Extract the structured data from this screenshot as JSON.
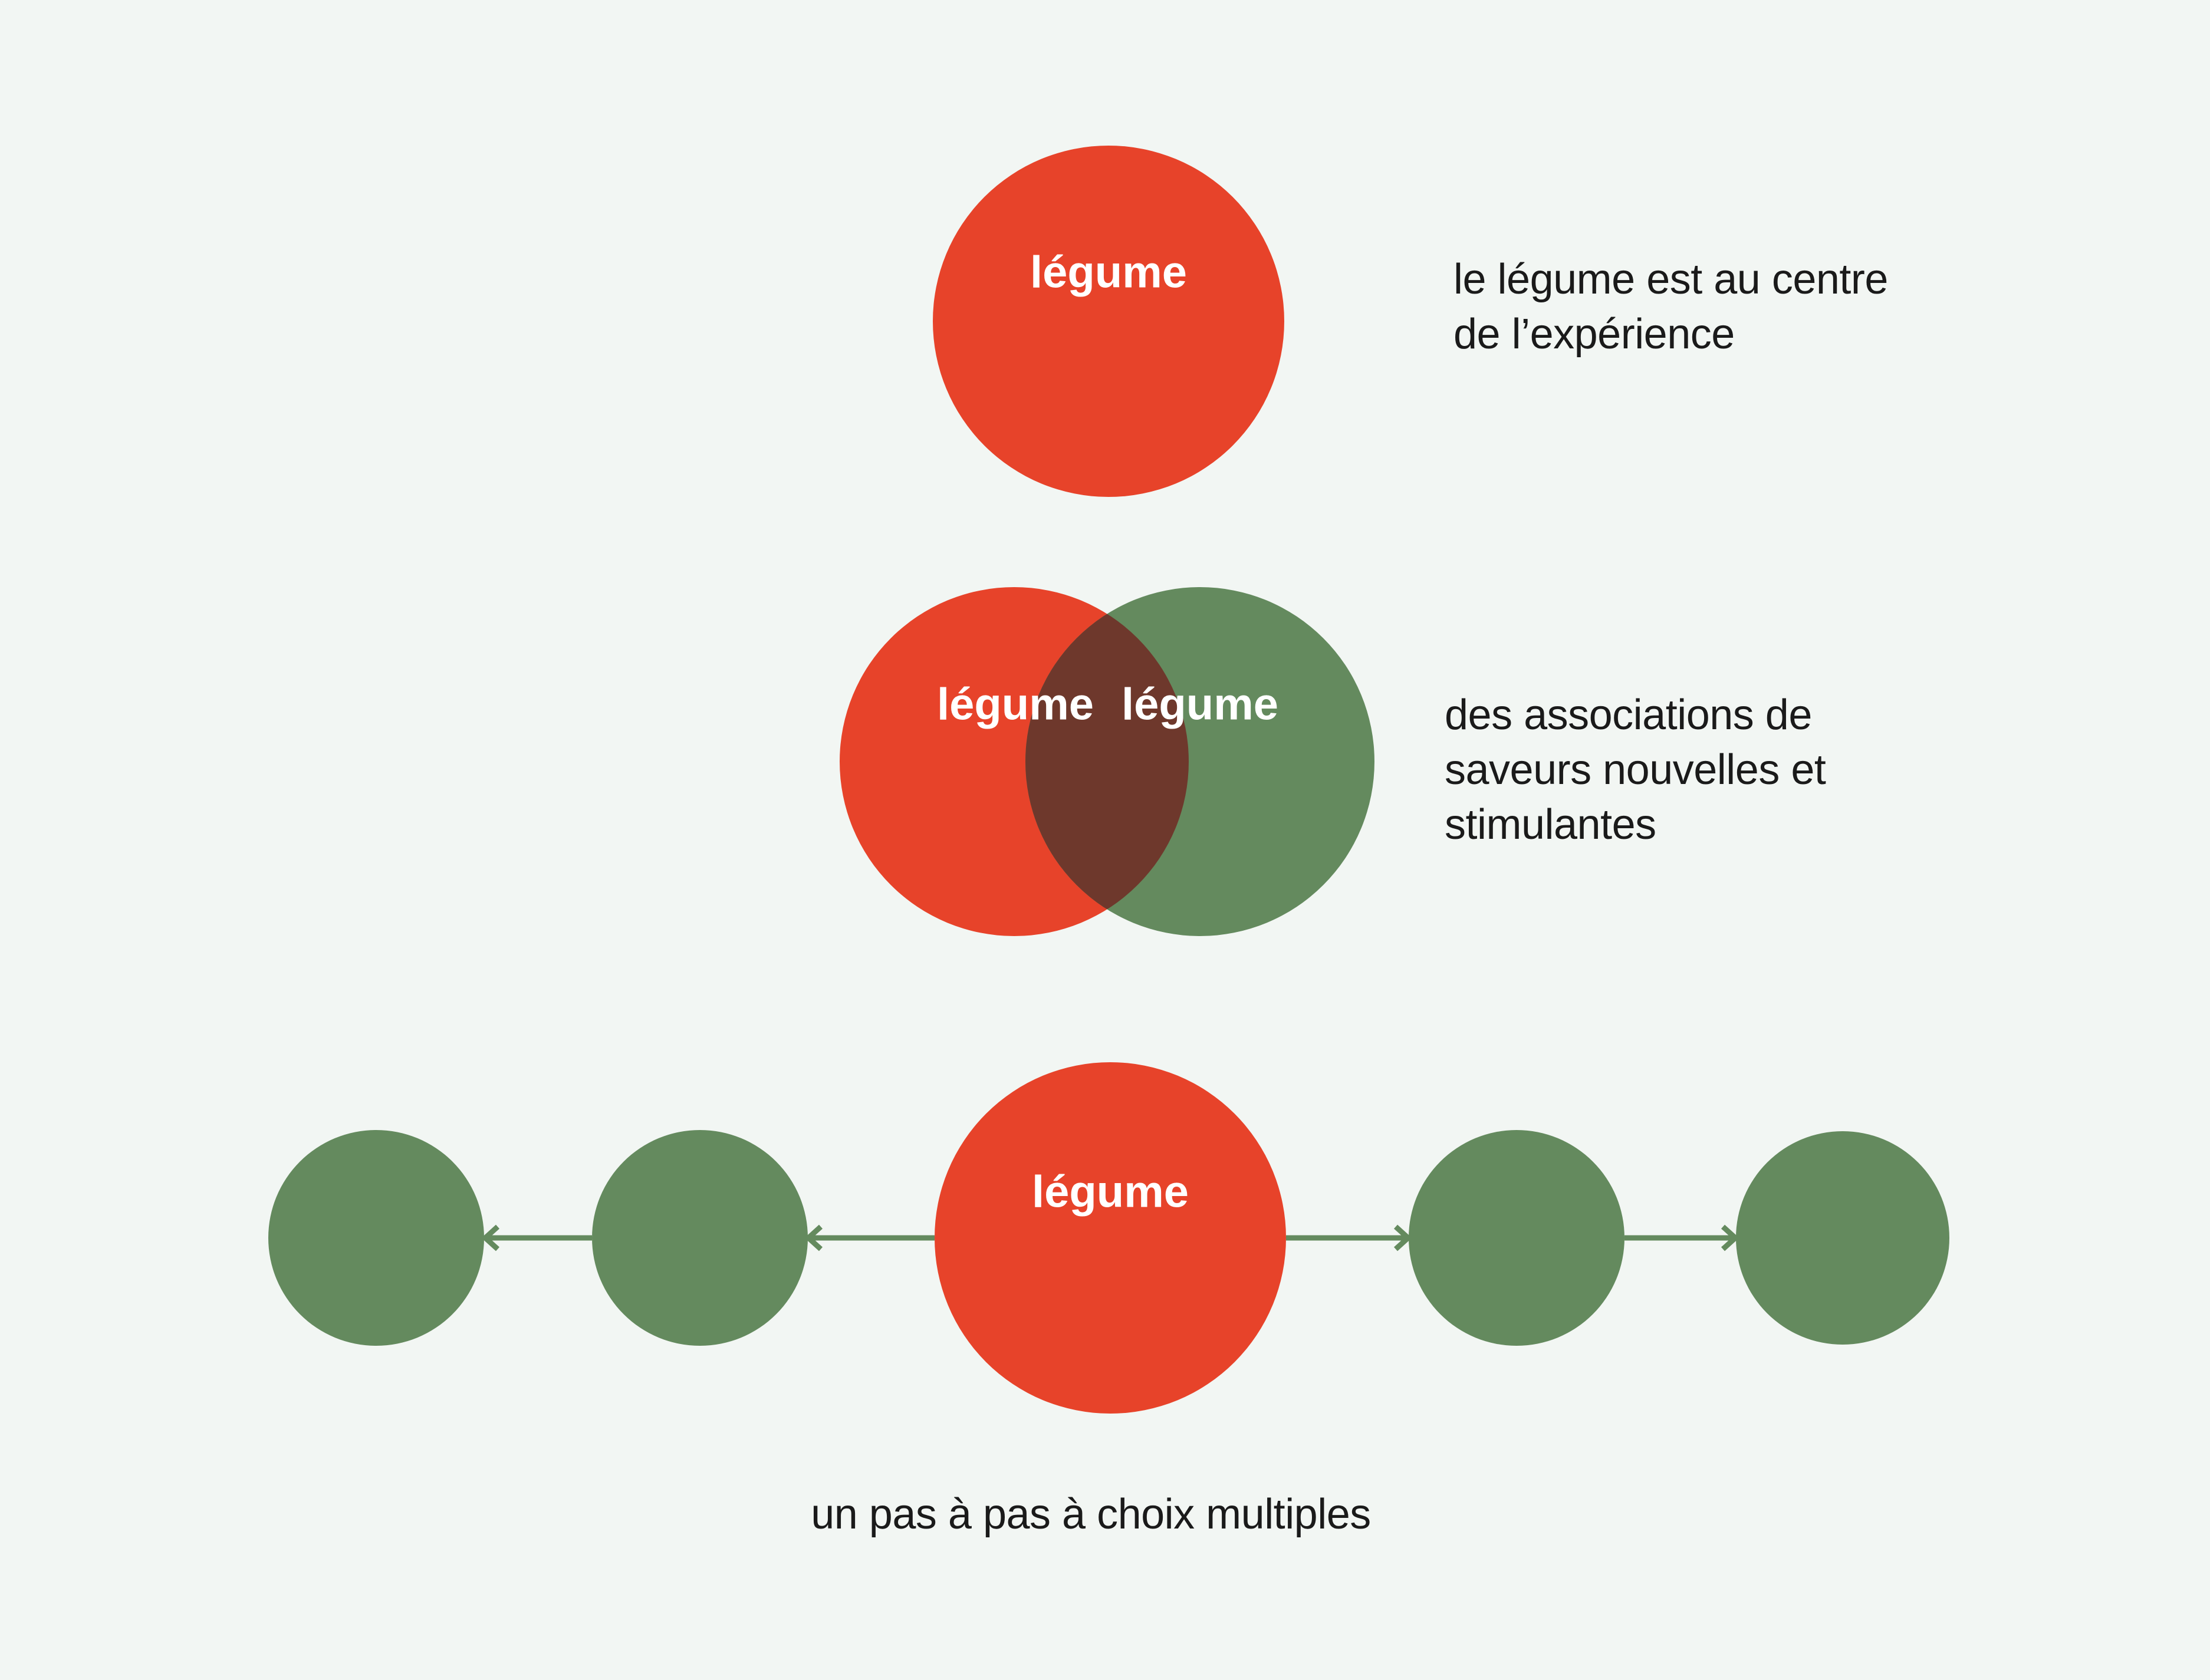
{
  "colors": {
    "background": "#f2f6f3",
    "red": "#e7432a",
    "green": "#648a5e",
    "overlap": "#6e382c",
    "text": "#1a1a1a",
    "label": "#ffffff"
  },
  "top": {
    "circle_label": "légume",
    "caption_lines": [
      "le légume est au centre",
      "de l’expérience"
    ]
  },
  "venn": {
    "left_label": "légume",
    "right_label": "légume",
    "caption_lines": [
      "des associations de",
      "saveurs nouvelles et",
      "stimulantes"
    ]
  },
  "flow": {
    "circle_label": "légume",
    "caption": "un pas à pas à choix multiples"
  }
}
